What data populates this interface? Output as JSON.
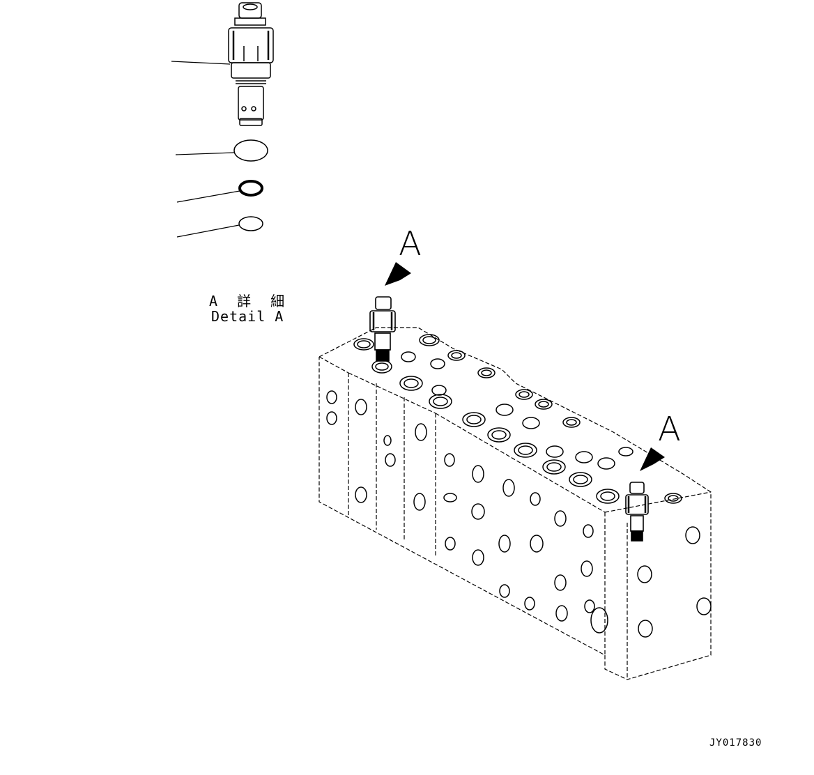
{
  "diagram": {
    "type": "exploded parts diagram",
    "detail_label": {
      "japanese": "A 詳 細",
      "english": "Detail A"
    },
    "callout_letters": [
      "A",
      "A"
    ],
    "drawing_code": "JY017830",
    "parts": [
      {
        "name": "relief-valve-cartridge",
        "leader": true
      },
      {
        "name": "o-ring-large",
        "leader": true
      },
      {
        "name": "backup-ring",
        "leader": true
      },
      {
        "name": "o-ring-small",
        "leader": true
      }
    ],
    "assembly": "control valve block with two valve cartridges",
    "colors": {
      "line": "#000000",
      "background": "#ffffff"
    }
  }
}
